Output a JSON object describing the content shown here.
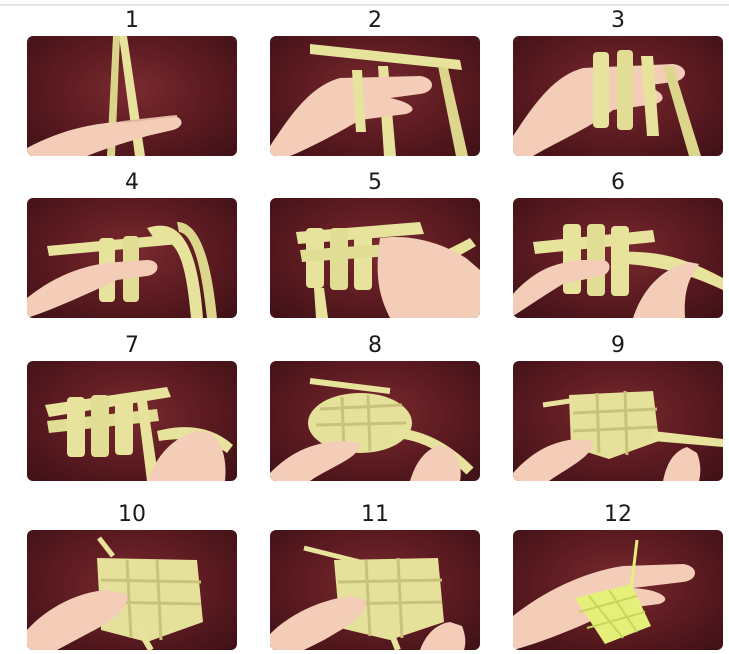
{
  "steps": [
    {
      "label": "1"
    },
    {
      "label": "2"
    },
    {
      "label": "3"
    },
    {
      "label": "4"
    },
    {
      "label": "5"
    },
    {
      "label": "6"
    },
    {
      "label": "7"
    },
    {
      "label": "8"
    },
    {
      "label": "9"
    },
    {
      "label": "10"
    },
    {
      "label": "11"
    },
    {
      "label": "12"
    }
  ],
  "colors": {
    "background": "#5a1a20",
    "leaf": "#e6e19a",
    "leaf_bright": "#e4f07a",
    "skin": "#f3cdb8"
  }
}
